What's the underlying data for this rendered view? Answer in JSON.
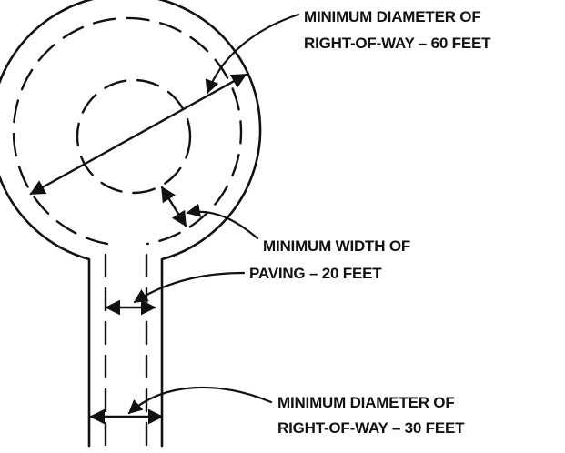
{
  "labels": {
    "cul_de_sac_row": {
      "line1": "MINIMUM DIAMETER OF",
      "line2": "RIGHT-OF-WAY – 60 FEET"
    },
    "paving_width": {
      "line1": "MINIMUM WIDTH OF",
      "line2": "PAVING – 20 FEET"
    },
    "street_row": {
      "line1": "MINIMUM DIAMETER OF",
      "line2": "RIGHT-OF-WAY – 30 FEET"
    }
  },
  "colors": {
    "ink": "#111111",
    "background": "#ffffff"
  }
}
